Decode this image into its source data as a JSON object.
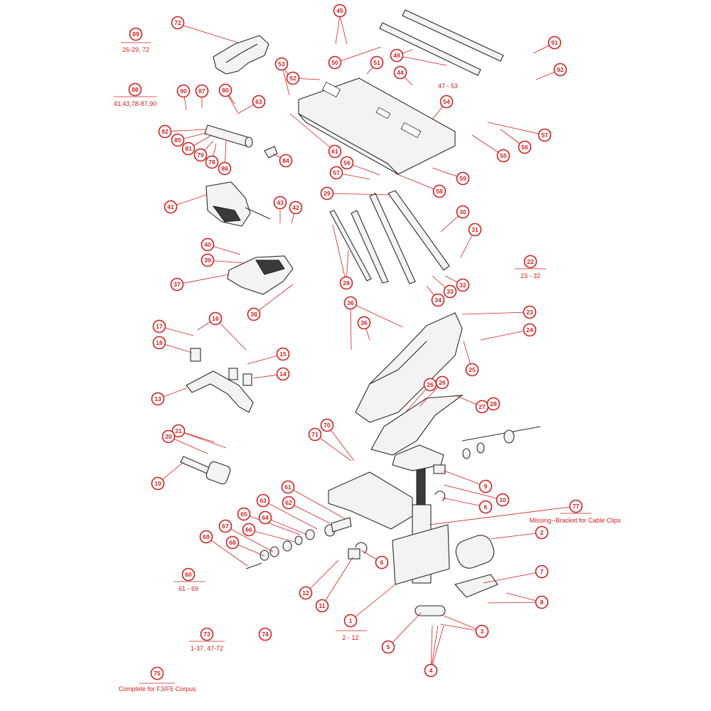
{
  "callouts": [
    {
      "id": "c89",
      "label": "89"
    },
    {
      "id": "c72",
      "label": "72"
    },
    {
      "id": "c45",
      "label": "45"
    },
    {
      "id": "c50",
      "label": "50"
    },
    {
      "id": "c91",
      "label": "91"
    },
    {
      "id": "c49",
      "label": "49"
    },
    {
      "id": "c92",
      "label": "92"
    },
    {
      "id": "c88",
      "label": "88"
    },
    {
      "id": "c90",
      "label": "90"
    },
    {
      "id": "c87",
      "label": "87"
    },
    {
      "id": "c80",
      "label": "80"
    },
    {
      "id": "c53",
      "label": "53"
    },
    {
      "id": "c52",
      "label": "52"
    },
    {
      "id": "c51",
      "label": "51"
    },
    {
      "id": "c44",
      "label": "44"
    },
    {
      "id": "c63",
      "label": "63"
    },
    {
      "id": "c54",
      "label": "54"
    },
    {
      "id": "c82",
      "label": "82"
    },
    {
      "id": "c85",
      "label": "85"
    },
    {
      "id": "c81",
      "label": "81"
    },
    {
      "id": "c79",
      "label": "79"
    },
    {
      "id": "c78",
      "label": "78"
    },
    {
      "id": "c86",
      "label": "86"
    },
    {
      "id": "c84",
      "label": "84"
    },
    {
      "id": "c61b",
      "label": "61"
    },
    {
      "id": "c57a",
      "label": "57"
    },
    {
      "id": "c56a",
      "label": "56"
    },
    {
      "id": "c55a",
      "label": "55"
    },
    {
      "id": "c56b",
      "label": "56"
    },
    {
      "id": "c57b",
      "label": "57"
    },
    {
      "id": "c58",
      "label": "58"
    },
    {
      "id": "c59",
      "label": "59"
    },
    {
      "id": "c29",
      "label": "29"
    },
    {
      "id": "c41",
      "label": "41"
    },
    {
      "id": "c43",
      "label": "43"
    },
    {
      "id": "c42",
      "label": "42"
    },
    {
      "id": "c30",
      "label": "30"
    },
    {
      "id": "c31",
      "label": "31"
    },
    {
      "id": "c40",
      "label": "40"
    },
    {
      "id": "c39",
      "label": "39"
    },
    {
      "id": "c22",
      "label": "22"
    },
    {
      "id": "c37",
      "label": "37"
    },
    {
      "id": "c28",
      "label": "28"
    },
    {
      "id": "c34",
      "label": "34"
    },
    {
      "id": "c33",
      "label": "33"
    },
    {
      "id": "c32",
      "label": "32"
    },
    {
      "id": "c38",
      "label": "38"
    },
    {
      "id": "c36a",
      "label": "36"
    },
    {
      "id": "c36b",
      "label": "36"
    },
    {
      "id": "c23",
      "label": "23"
    },
    {
      "id": "c17",
      "label": "17"
    },
    {
      "id": "c16",
      "label": "16"
    },
    {
      "id": "c24",
      "label": "24"
    },
    {
      "id": "c18",
      "label": "18"
    },
    {
      "id": "c15",
      "label": "15"
    },
    {
      "id": "c25",
      "label": "25"
    },
    {
      "id": "c14",
      "label": "14"
    },
    {
      "id": "c26a",
      "label": "26"
    },
    {
      "id": "c26b",
      "label": "26"
    },
    {
      "id": "c13",
      "label": "13"
    },
    {
      "id": "c27",
      "label": "27"
    },
    {
      "id": "c28b",
      "label": "28"
    },
    {
      "id": "c70",
      "label": "70"
    },
    {
      "id": "c71",
      "label": "71"
    },
    {
      "id": "c21",
      "label": "21"
    },
    {
      "id": "c20",
      "label": "20"
    },
    {
      "id": "c19",
      "label": "19"
    },
    {
      "id": "c9",
      "label": "9"
    },
    {
      "id": "c10",
      "label": "10"
    },
    {
      "id": "c61",
      "label": "61"
    },
    {
      "id": "c6a",
      "label": "6"
    },
    {
      "id": "c63b",
      "label": "63"
    },
    {
      "id": "c62",
      "label": "62"
    },
    {
      "id": "c77",
      "label": "77"
    },
    {
      "id": "c65",
      "label": "65"
    },
    {
      "id": "c64",
      "label": "64"
    },
    {
      "id": "c67",
      "label": "67"
    },
    {
      "id": "c66",
      "label": "66"
    },
    {
      "id": "c69",
      "label": "69"
    },
    {
      "id": "c68",
      "label": "68"
    },
    {
      "id": "c2",
      "label": "2"
    },
    {
      "id": "c6b",
      "label": "6"
    },
    {
      "id": "c60",
      "label": "60"
    },
    {
      "id": "c7",
      "label": "7"
    },
    {
      "id": "c12",
      "label": "12"
    },
    {
      "id": "c8",
      "label": "8"
    },
    {
      "id": "c11",
      "label": "11"
    },
    {
      "id": "c1",
      "label": "1"
    },
    {
      "id": "c73",
      "label": "73"
    },
    {
      "id": "c74",
      "label": "74"
    },
    {
      "id": "c3",
      "label": "3"
    },
    {
      "id": "c5",
      "label": "5"
    },
    {
      "id": "c4",
      "label": "4"
    },
    {
      "id": "c75",
      "label": "75"
    }
  ],
  "group_labels": [
    {
      "id": "g89",
      "text": "26-29, 72"
    },
    {
      "id": "g88",
      "text": "41,43,78-87,90"
    },
    {
      "id": "g47",
      "text": "47 - 53"
    },
    {
      "id": "g22",
      "text": "23 - 32"
    },
    {
      "id": "g77",
      "text": "Missing--Bracket for Cable Clips"
    },
    {
      "id": "g60",
      "text": "61 - 69"
    },
    {
      "id": "g1",
      "text": "2 - 12"
    },
    {
      "id": "g73",
      "text": "1-37, 47-72"
    },
    {
      "id": "g75",
      "text": "Complete for F3/F5 Corpus"
    }
  ],
  "colors": {
    "callout": "#d21f1f",
    "line_art": "#2a2a2a",
    "background": "#ffffff"
  }
}
